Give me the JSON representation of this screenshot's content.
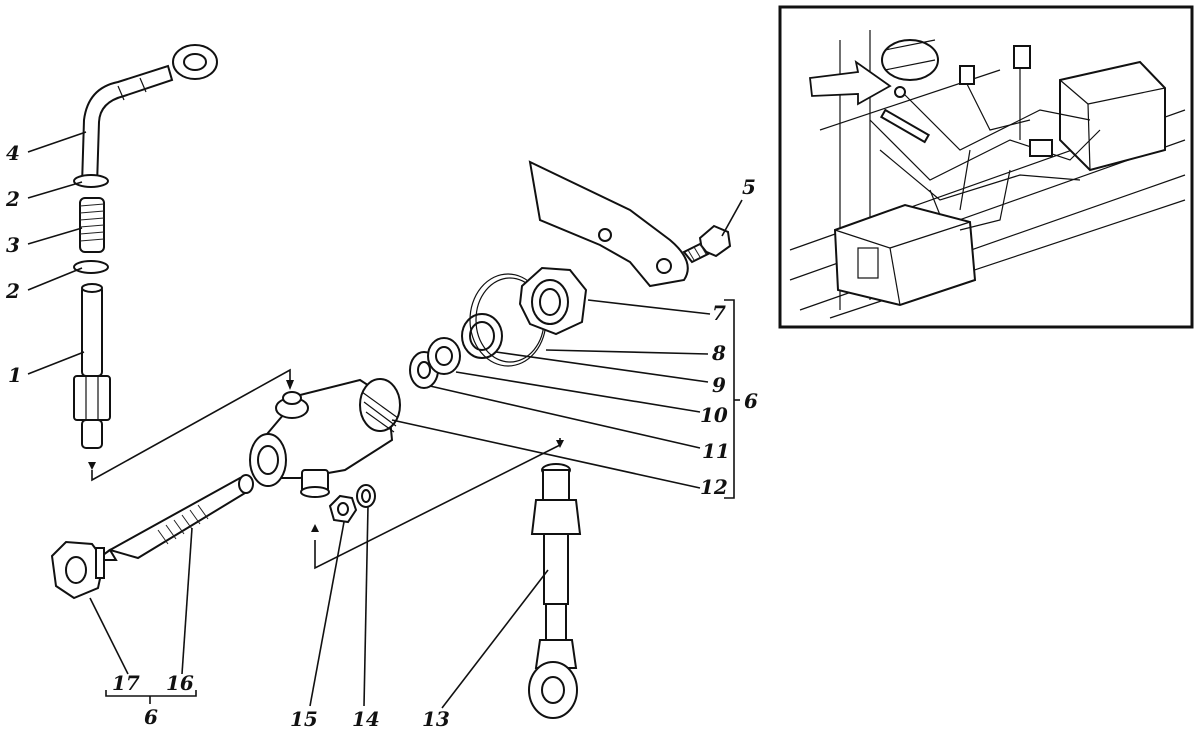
{
  "labels": {
    "p1": "1",
    "p2a": "2",
    "p2b": "2",
    "p3": "3",
    "p4": "4",
    "p5": "5",
    "p6a": "6",
    "p6b": "6",
    "p7": "7",
    "p8": "8",
    "p9": "9",
    "p10": "10",
    "p11": "11",
    "p12": "12",
    "p13": "13",
    "p14": "14",
    "p15": "15",
    "p16": "16",
    "p17": "17"
  },
  "colors": {
    "ink": "#111111",
    "paper": "#ffffff"
  }
}
